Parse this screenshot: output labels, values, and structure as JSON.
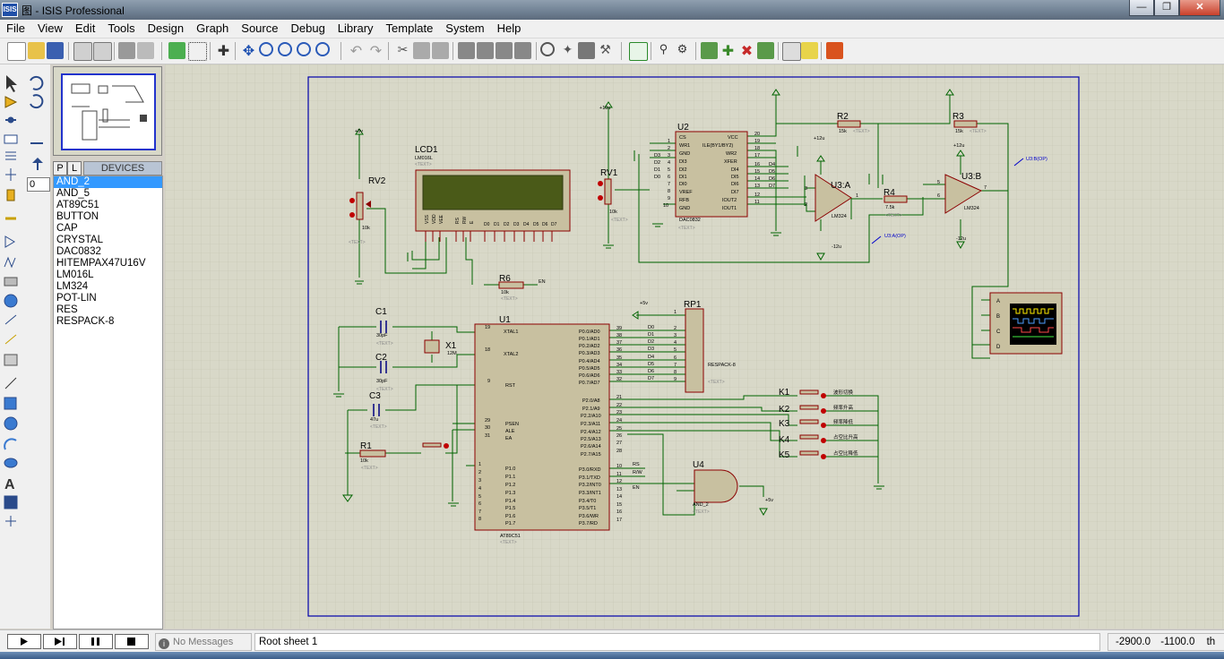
{
  "window": {
    "title": "ISIS Professional",
    "app_icon": "ISIS",
    "title_glyph": "图"
  },
  "menu": [
    "File",
    "View",
    "Edit",
    "Tools",
    "Design",
    "Graph",
    "Source",
    "Debug",
    "Library",
    "Template",
    "System",
    "Help"
  ],
  "rotation": {
    "value": "0"
  },
  "device_panel": {
    "tab_p": "P",
    "tab_l": "L",
    "title": "DEVICES",
    "items": [
      "AND_2",
      "AND_5",
      "AT89C51",
      "BUTTON",
      "CAP",
      "CRYSTAL",
      "DAC0832",
      "HITEMPAX47U16V",
      "LM016L",
      "LM324",
      "POT-LIN",
      "RES",
      "RESPACK-8"
    ],
    "selected": 0
  },
  "status": {
    "messages": "No Messages",
    "sheet": "Root sheet 1",
    "coord_x": "-2900.0",
    "coord_y": "-1100.0",
    "unit": "th"
  },
  "schematic": {
    "labels": {
      "lcd1": "LCD1",
      "lcd1_type": "LM016L",
      "rv2": "RV2",
      "rv2_val": "10k",
      "rv1": "RV1",
      "rv1_val": "10k",
      "u2": "U2",
      "u2_type": "DAC0832",
      "r2": "R2",
      "r2_val": "15k",
      "r3": "R3",
      "r3_val": "15k",
      "u3a": "U3:A",
      "u3b": "U3:B",
      "lm324": "LM324",
      "r4": "R4",
      "r4_val": "7.5k",
      "r6": "R6",
      "r6_val": "10k",
      "rp1": "RP1",
      "respack": "RESPACK-8",
      "u1": "U1",
      "u1_type": "AT89C51",
      "c1": "C1",
      "c1_val": "30pF",
      "c2": "C2",
      "c2_val": "30pF",
      "c3": "C3",
      "c3_val": "47u",
      "x1": "X1",
      "x1_val": "12M",
      "r1": "R1",
      "r1_val": "10k",
      "u4": "U4",
      "u4_type": "AND_2",
      "k1": "K1",
      "k2": "K2",
      "k3": "K3",
      "k4": "K4",
      "k5": "K5",
      "k1_desc": "波形切换",
      "k2_desc": "频率升高",
      "k3_desc": "频率降低",
      "k4_desc": "占空比升高",
      "k5_desc": "占空比降低",
      "p5v": "+5v",
      "p10v": "+10u",
      "p12v": "+12u",
      "n12v": "-12u",
      "text": "<TEXT>",
      "probe_a": "U3:A(OP)",
      "probe_b": "U3:B(OP)",
      "en": "EN",
      "rs": "RS",
      "rw": "R/W"
    },
    "u1_left_pins": [
      "XTAL1",
      "XTAL2",
      "RST",
      "PSEN",
      "ALE",
      "EA",
      "P1.0",
      "P1.1",
      "P1.2",
      "P1.3",
      "P1.4",
      "P1.5",
      "P1.6",
      "P1.7"
    ],
    "u1_right_pins": [
      "P0.0/AD0",
      "P0.1/AD1",
      "P0.2/AD2",
      "P0.3/AD3",
      "P0.4/AD4",
      "P0.5/AD5",
      "P0.6/AD6",
      "P0.7/AD7",
      "P2.0/A8",
      "P2.1/A9",
      "P2.2/A10",
      "P2.3/A11",
      "P2.4/A12",
      "P2.5/A13",
      "P2.6/A14",
      "P2.7/A15",
      "P3.0/RXD",
      "P3.1/TXD",
      "P3.2/INT0",
      "P3.3/INT1",
      "P3.4/T0",
      "P3.5/T1",
      "P3.6/WR",
      "P3.7/RD"
    ],
    "dac_left_pins": [
      "CS",
      "WR1",
      "GND",
      "DI3",
      "DI2",
      "DI1",
      "DI0",
      "VREF",
      "RFB",
      "GND"
    ],
    "dac_right_pins": [
      "VCC",
      "ILE(BY1/BY2)",
      "WR2",
      "XFER",
      "DI4",
      "DI5",
      "DI6",
      "DI7",
      "IOUT2",
      "IOUT1"
    ],
    "lcd_pins": [
      "VSS",
      "VDD",
      "VEE",
      "RS",
      "RW",
      "E",
      "D0",
      "D1",
      "D2",
      "D3",
      "D4",
      "D5",
      "D6",
      "D7"
    ],
    "scope_channels": [
      "A",
      "B",
      "C",
      "D"
    ]
  },
  "colors": {
    "wire": "#006400",
    "part_fill": "#c8c0a0",
    "part_edge": "#8b0000",
    "pin": "#8b0000",
    "grid": "#c4c4b0",
    "sheet_border": "#0000aa",
    "canvas": "#d8d8c8"
  }
}
